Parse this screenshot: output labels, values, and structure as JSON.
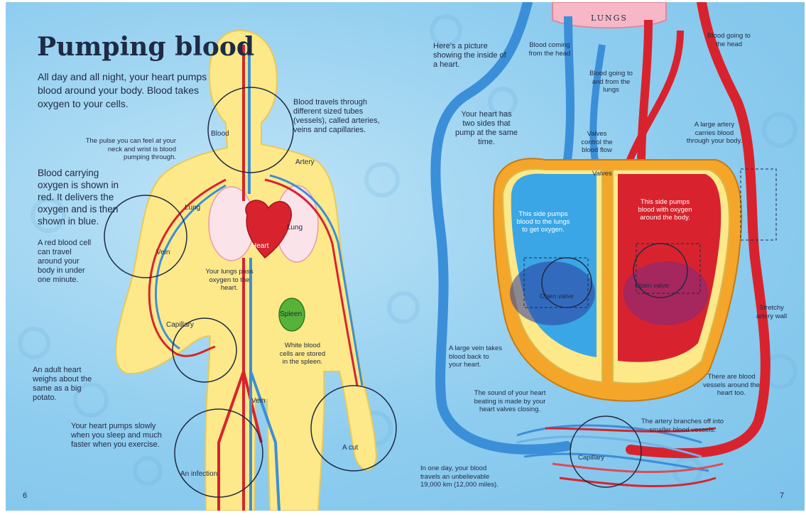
{
  "title": "Pumping blood",
  "intro": "All day and all night, your heart pumps blood around your body. Blood takes oxygen to your cells.",
  "left": {
    "pulse": "The pulse you can feel at your neck and wrist is blood pumping through.",
    "blood_red": "Blood carrying oxygen is shown in red. It delivers the oxygen and is then shown in blue.",
    "red_cell": "A red blood cell can travel around your body in under one minute.",
    "tubes": "Blood travels through different sized tubes (vessels), called arteries, veins and capillaries.",
    "adult_heart": "An adult heart weighs about the same as a big potato.",
    "slowly": "Your heart pumps slowly when you sleep and much faster when you exercise.",
    "lungs_pass": "Your lungs pass oxygen to the heart.",
    "white_cells": "White blood cells are stored in the spleen.",
    "labels": {
      "blood": "Blood",
      "artery": "Artery",
      "lung_left": "Lung",
      "lung_right": "Lung",
      "heart": "Heart",
      "vein_arm": "Vein",
      "capillary": "Capillary",
      "spleen": "Spleen",
      "vein_leg": "Vein",
      "a_cut": "A cut",
      "infection": "An infection"
    },
    "page_number": "6"
  },
  "right": {
    "lungs": "LUNGS",
    "inside": "Here's a picture showing the inside of a heart.",
    "two_sides": "Your heart has two sides that pump at the same time.",
    "from_head": "Blood coming from the head",
    "to_from_lungs": "Blood going to and from the lungs",
    "to_head": "Blood going to the head",
    "valves_control": "Valves control the blood flow",
    "large_artery": "A large artery carries blood through your body.",
    "valves": "Valves",
    "side_lungs": "This side pumps blood to the lungs to get oxygen.",
    "side_body": "This side pumps blood with oxygen around the body.",
    "open_valve_left": "Open valve",
    "open_valve_right": "Open valve",
    "stretchy": "Stretchy artery wall",
    "large_vein": "A large vein takes blood back to your heart.",
    "sound": "The sound of your heart beating is made by your heart valves closing.",
    "vessels_around": "There are blood vessels around the heart too.",
    "branches": "The artery branches off into smaller blood vessels.",
    "capillary": "Capillary",
    "one_day": "In one day, your blood travels an unbelievable 19,000 km (12,000 miles).",
    "page_number": "7"
  },
  "colors": {
    "background": "#8fcdef",
    "body": "#fde98a",
    "artery": "#d8232e",
    "vein": "#3b8fd8",
    "text": "#1f2a44"
  }
}
